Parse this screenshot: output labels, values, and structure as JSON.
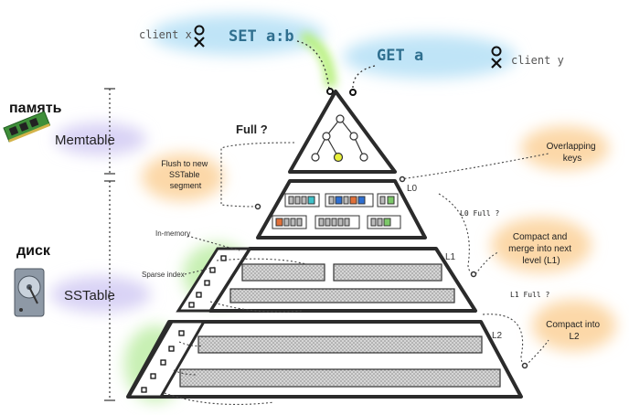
{
  "clients": {
    "x": {
      "label": "client x",
      "command": "SET a:b"
    },
    "y": {
      "label": "client y",
      "command": "GET a"
    }
  },
  "memory": {
    "title": "память",
    "component": "Memtable"
  },
  "disk": {
    "title": "диск",
    "component": "SSTable"
  },
  "notes": {
    "full": "Full ?",
    "flush": [
      "Flush to new",
      "SSTable",
      "segment"
    ],
    "overlapping": [
      "Overlapping",
      "keys"
    ],
    "l0_full": "L0 Full ?",
    "compact_merge": [
      "Compact and",
      "merge into next",
      "level (L1)"
    ],
    "l1_full": "L1 Full ?",
    "compact_l2": [
      "Compact into",
      "L2"
    ],
    "in_memory": "In-memory",
    "sparse_index": "Sparse index"
  },
  "levels": {
    "l0": "L0",
    "l1": "L1",
    "l2": "L2"
  },
  "colors": {
    "outline": "#2b2b2b",
    "blue_glow": "#bfe4f7",
    "green_glow": "#c8f0b4",
    "orange_glow": "#fcd8a8",
    "purple_glow": "#d9d3f5",
    "yellow_node": "#e8ef3a",
    "teal_block": "#3fc1c9",
    "orange_block": "#e0703a",
    "blue_block": "#2e6fd1",
    "green_block": "#7dc86a"
  },
  "icons": {
    "client": "person-icon",
    "memory": "ram-stick-icon",
    "disk": "hard-drive-icon"
  }
}
